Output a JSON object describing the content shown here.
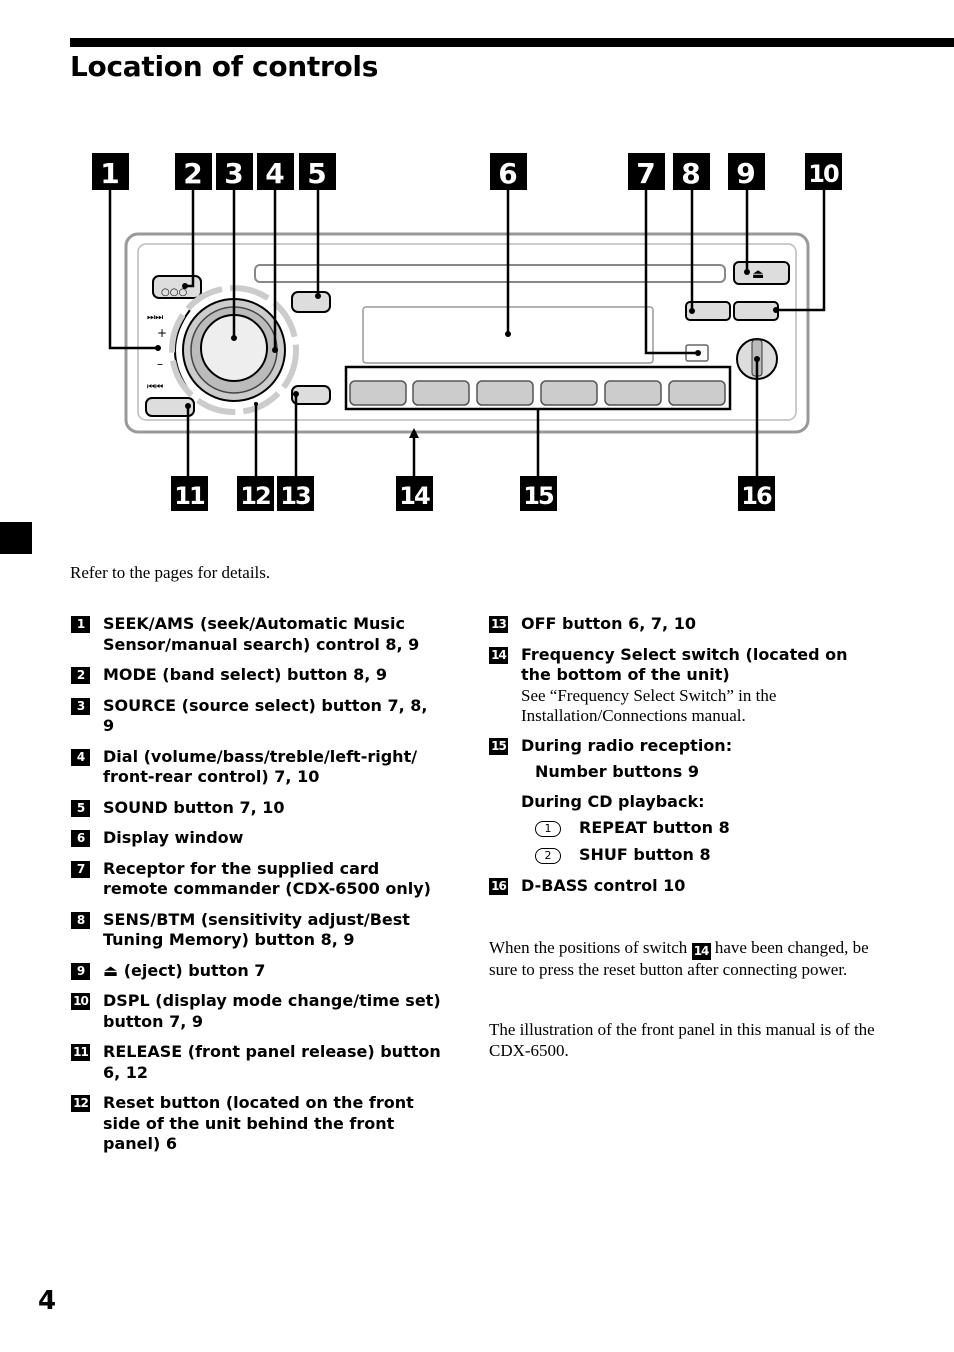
{
  "page": {
    "title": "Location of controls",
    "page_number": "4",
    "intro": "Refer to the pages for details."
  },
  "callouts": [
    "1",
    "2",
    "3",
    "4",
    "5",
    "6",
    "7",
    "8",
    "9",
    "10",
    "11",
    "12",
    "13",
    "14",
    "15",
    "16"
  ],
  "panel_labels": {
    "seek_up": "⏭⏭",
    "plus": "+",
    "minus": "–",
    "seek_down": "⏮⏮",
    "eject_symbol": "⏏"
  },
  "left_items": [
    {
      "num": "1",
      "label": "SEEK/AMS (seek/Automatic Music Sensor/manual search) control  8, 9"
    },
    {
      "num": "2",
      "label": "MODE (band select) button  8, 9"
    },
    {
      "num": "3",
      "label": "SOURCE (source select) button  7, 8, 9"
    },
    {
      "num": "4",
      "label": "Dial (volume/bass/treble/left-right/ front-rear control)  7, 10"
    },
    {
      "num": "5",
      "label": "SOUND button  7, 10"
    },
    {
      "num": "6",
      "label": "Display window"
    },
    {
      "num": "7",
      "label": "Receptor for the supplied card remote commander (CDX-6500 only)"
    },
    {
      "num": "8",
      "label": "SENS/BTM (sensitivity adjust/Best Tuning Memory) button  8, 9"
    },
    {
      "num": "9",
      "label": "⏏ (eject) button  7"
    },
    {
      "num": "10",
      "label": "DSPL (display mode change/time set) button  7, 9"
    },
    {
      "num": "11",
      "label": "RELEASE (front panel release) button 6, 12"
    },
    {
      "num": "12",
      "label": "Reset button (located on the front side of the unit behind the front panel)  6"
    }
  ],
  "right_items": {
    "i13": {
      "num": "13",
      "label": "OFF button  6, 7, 10"
    },
    "i14": {
      "num": "14",
      "label": "Frequency Select switch (located on the bottom of the unit)",
      "sub": "See “Frequency Select Switch” in the Installation/Connections manual."
    },
    "i15": {
      "num": "15",
      "label": "During radio reception:",
      "radio_line": "Number buttons  9",
      "cd_head": "During CD playback:",
      "cd_items": [
        {
          "circle": "1",
          "label": "REPEAT button  8"
        },
        {
          "circle": "2",
          "label": "SHUF button  8"
        }
      ]
    },
    "i16": {
      "num": "16",
      "label": "D-BASS control  10"
    }
  },
  "notes": {
    "n1_before": "When the positions of switch",
    "n1_num": "14",
    "n1_after": "have been changed, be sure to press the reset button after connecting power.",
    "n2": "The illustration of the front panel in this manual is of the CDX-6500."
  }
}
